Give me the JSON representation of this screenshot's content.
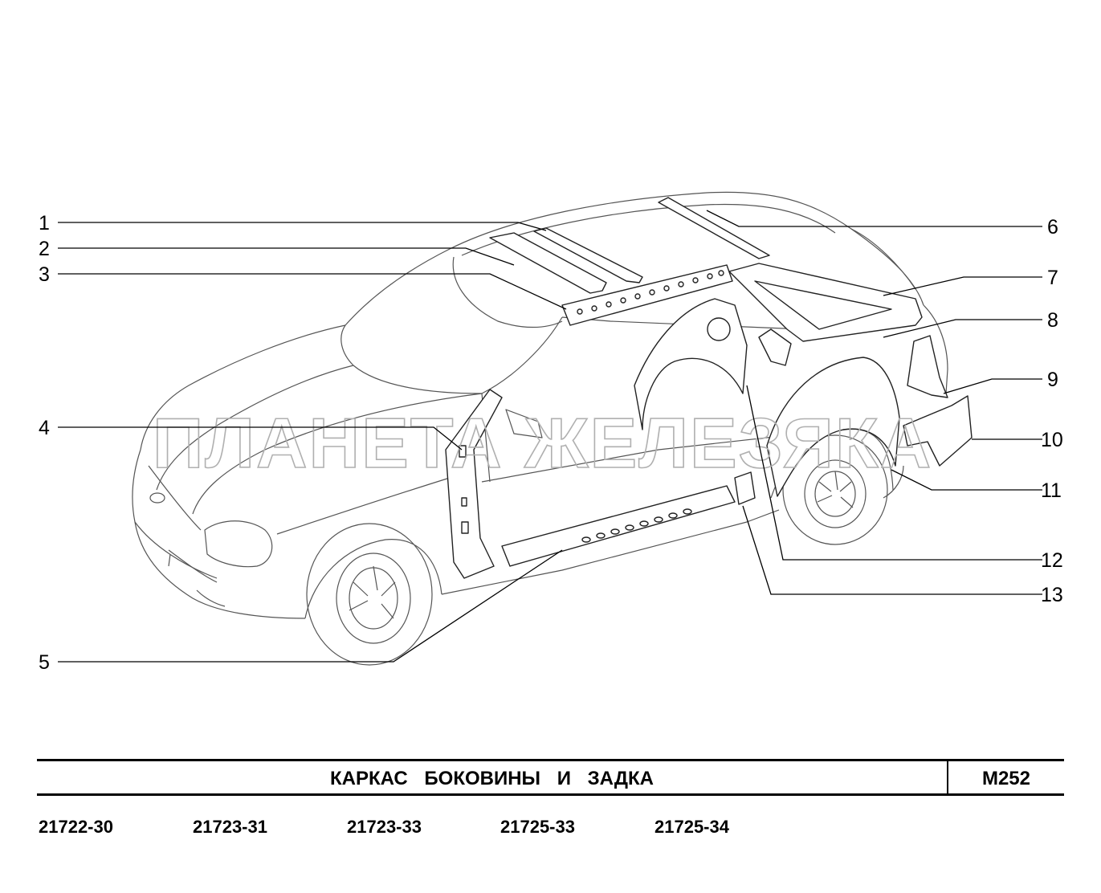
{
  "title": "КАРКАС   БОКОВИНЫ   И   ЗАДКА",
  "code": "M252",
  "watermark": "ПЛАНЕТА ЖЕЛЕЗЯКА",
  "callouts": [
    "1",
    "2",
    "3",
    "4",
    "5",
    "6",
    "7",
    "8",
    "9",
    "10",
    "11",
    "12",
    "13"
  ],
  "models": [
    "21722-30",
    "21723-31",
    "21723-33",
    "21725-33",
    "21725-34"
  ]
}
